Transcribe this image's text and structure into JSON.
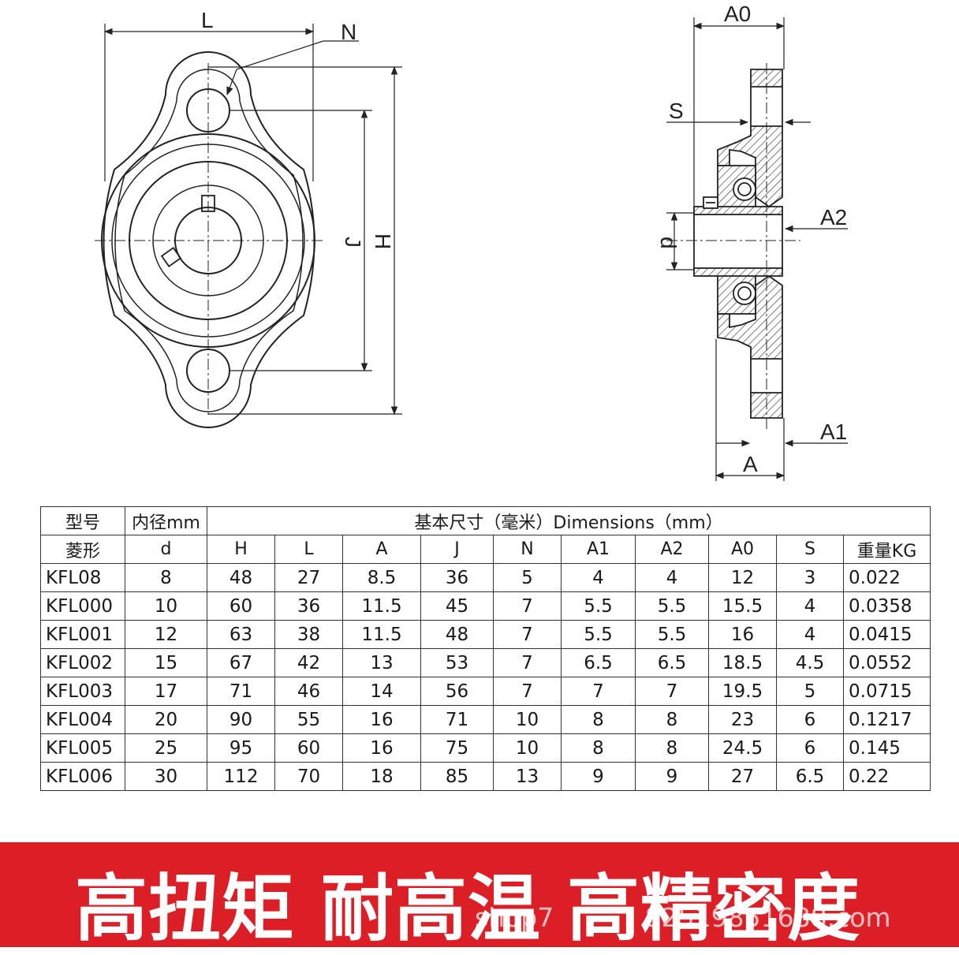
{
  "drawing": {
    "labels": {
      "L": "L",
      "N": "N",
      "J": "J",
      "H": "H",
      "A0": "A0",
      "S": "S",
      "A2": "A2",
      "d": "d",
      "A1": "A1",
      "A": "A"
    }
  },
  "table": {
    "header_row1": {
      "model": "型号",
      "bore": "内径mm",
      "dimensions": "基本尺寸（毫米）Dimensions（mm）"
    },
    "header_row2": [
      "菱形",
      "d",
      "H",
      "L",
      "A",
      "J",
      "N",
      "A1",
      "A2",
      "A0",
      "S",
      "重量KG"
    ],
    "rows": [
      [
        "KFL08",
        "8",
        "48",
        "27",
        "8.5",
        "36",
        "5",
        "4",
        "4",
        "12",
        "3",
        "0.022"
      ],
      [
        "KFL000",
        "10",
        "60",
        "36",
        "11.5",
        "45",
        "7",
        "5.5",
        "5.5",
        "15.5",
        "4",
        "0.0358"
      ],
      [
        "KFL001",
        "12",
        "63",
        "38",
        "11.5",
        "48",
        "7",
        "5.5",
        "5.5",
        "16",
        "4",
        "0.0415"
      ],
      [
        "KFL002",
        "15",
        "67",
        "42",
        "13",
        "53",
        "7",
        "6.5",
        "6.5",
        "18.5",
        "4.5",
        "0.0552"
      ],
      [
        "KFL003",
        "17",
        "71",
        "46",
        "14",
        "56",
        "7",
        "7",
        "7",
        "19.5",
        "5",
        "0.0715"
      ],
      [
        "KFL004",
        "20",
        "90",
        "55",
        "16",
        "71",
        "10",
        "8",
        "8",
        "23",
        "6",
        "0.1217"
      ],
      [
        "KFL005",
        "25",
        "95",
        "60",
        "16",
        "75",
        "10",
        "8",
        "8",
        "24.5",
        "6",
        "0.145"
      ],
      [
        "KFL006",
        "30",
        "112",
        "70",
        "18",
        "85",
        "13",
        "9",
        "9",
        "27",
        "6.5",
        "0.22"
      ]
    ]
  },
  "banner": {
    "slogan": "高扭矩 耐高温 高精密度",
    "watermark": "shop7           82519851688.com",
    "color": "#dc1f26"
  }
}
